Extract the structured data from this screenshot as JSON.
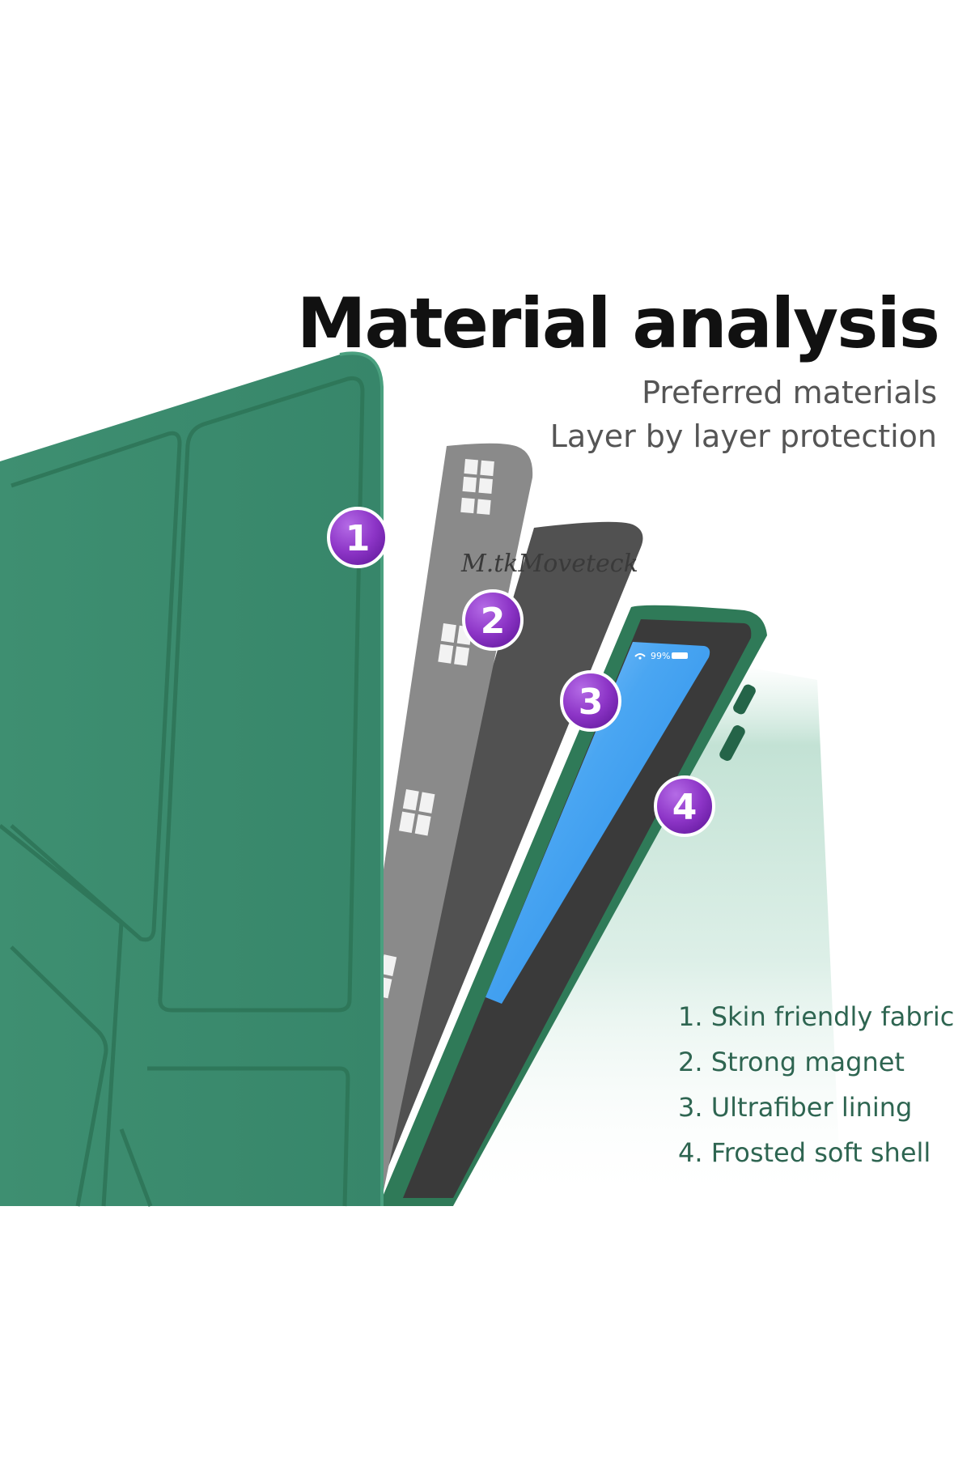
{
  "title": "Material analysis",
  "subtitle": {
    "line1": "Preferred materials",
    "line2": "Layer by layer protection"
  },
  "watermark": "M.tkMoveteck",
  "badges": [
    "1",
    "2",
    "3",
    "4"
  ],
  "features": [
    "1. Skin friendly fabric",
    "2. Strong magnet",
    "3. Ultrafiber lining",
    "4. Frosted soft shell"
  ],
  "status_bar": "99%",
  "colors": {
    "cover_green": "#3b8b6d",
    "frame_green": "#2f7a58",
    "magnet_gray": "#898989",
    "lining_dark": "#515151",
    "screen_blue": "#3fa0ee",
    "badge_purple": "#8d35c7",
    "feature_text": "#2e6551"
  },
  "icons": {
    "magnet": "magnet-grid-icon",
    "wifi": "wifi-icon",
    "battery": "battery-icon"
  }
}
